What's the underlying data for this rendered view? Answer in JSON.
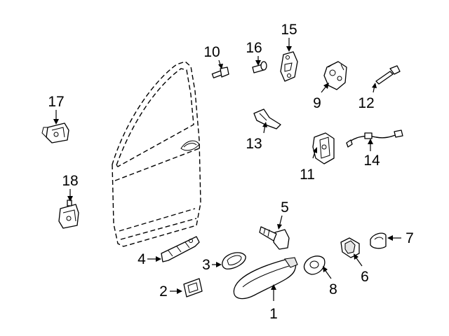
{
  "diagram": {
    "callouts": {
      "c1": "1",
      "c2": "2",
      "c3": "3",
      "c4": "4",
      "c5": "5",
      "c6": "6",
      "c7": "7",
      "c8": "8",
      "c9": "9",
      "c10": "10",
      "c11": "11",
      "c12": "12",
      "c13": "13",
      "c14": "14",
      "c15": "15",
      "c16": "16",
      "c17": "17",
      "c18": "18"
    },
    "colors": {
      "line": "#000000",
      "background": "#ffffff",
      "shade": "#e6e6e6"
    }
  }
}
